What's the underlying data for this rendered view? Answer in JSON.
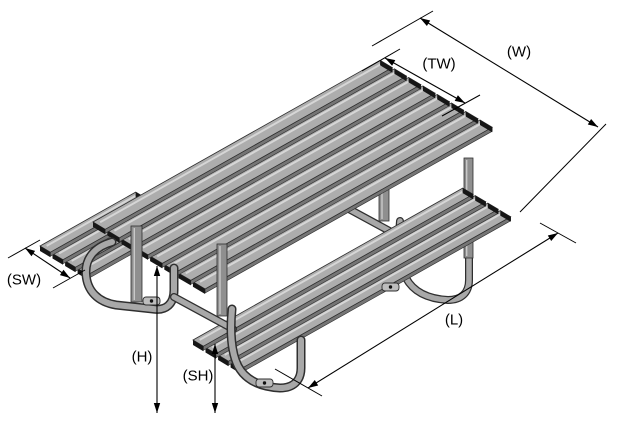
{
  "diagram": {
    "title": "picnic table dimension diagram",
    "background": "#ffffff",
    "line_color": "#000000",
    "slat_top_color": "#adadad",
    "slat_side_color": "#757575",
    "slat_cap_color": "#161616",
    "frame_tube_color": "#a8a8a8",
    "frame_edge_color": "#2f2f2f",
    "dimensions": {
      "w": {
        "label": "(W)"
      },
      "tw": {
        "label": "(TW)"
      },
      "sw": {
        "label": "(SW)"
      },
      "l": {
        "label": "(L)"
      },
      "h": {
        "label": "(H)"
      },
      "sh": {
        "label": "(SH)"
      }
    }
  }
}
